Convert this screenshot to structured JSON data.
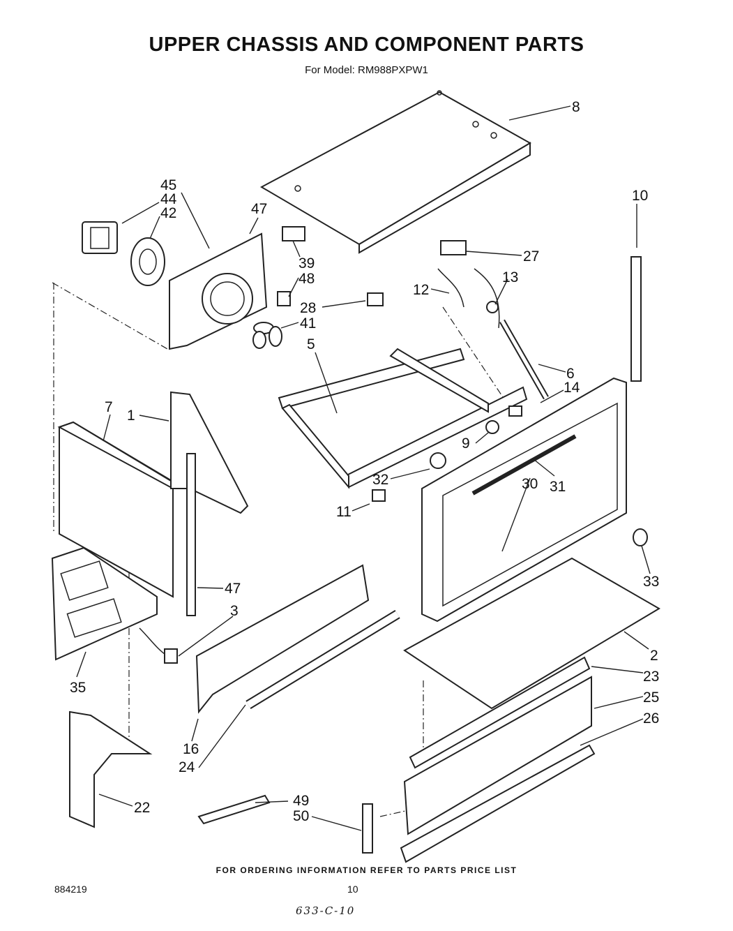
{
  "title": "UPPER CHASSIS AND COMPONENT PARTS",
  "subtitle": "For Model: RM988PXPW1",
  "footer_note": "FOR ORDERING INFORMATION REFER TO PARTS PRICE LIST",
  "doc_number": "884219",
  "page_number": "10",
  "handwritten_note": "633-C-10",
  "callouts": {
    "c8": "8",
    "c10": "10",
    "c45": "45",
    "c44": "44",
    "c42": "42",
    "c47a": "47",
    "c39": "39",
    "c48": "48",
    "c27": "27",
    "c13": "13",
    "c12": "12",
    "c28": "28",
    "c41": "41",
    "c5": "5",
    "c6": "6",
    "c14": "14",
    "c7": "7",
    "c1": "1",
    "c9": "9",
    "c32": "32",
    "c31": "31",
    "c11": "11",
    "c30": "30",
    "c33": "33",
    "c47b": "47",
    "c3": "3",
    "c2": "2",
    "c35": "35",
    "c23": "23",
    "c25": "25",
    "c26": "26",
    "c16": "16",
    "c24": "24",
    "c22": "22",
    "c49": "49",
    "c50": "50"
  }
}
